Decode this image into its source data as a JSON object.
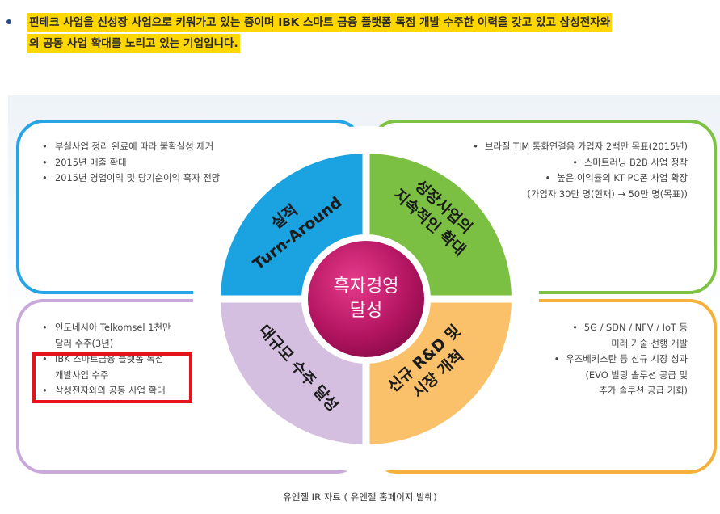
{
  "summary": {
    "line1": "핀테크 사업을 신성장 사업으로 키워가고 있는 중이며 IBK 스마트 금융 플랫폼 독점 개발 수주한 이력을 갖고 있고 삼성전자와",
    "line2": "의 공동 사업 확대를 노리고 있는 기업입니다."
  },
  "figure": {
    "center": {
      "line1": "흑자경영",
      "line2": "달성"
    },
    "quadrants": {
      "top_left": {
        "label_line1": "실적",
        "label_line2": "Turn-Around",
        "color": "#1aa3e0",
        "items": [
          "부실사업 정리 완료에 따라 불확실성 제거",
          "2015년 매출 확대",
          "2015년 영업이익 및 당기순이익 흑자 전망"
        ]
      },
      "top_right": {
        "label_line1": "성장사업의",
        "label_line2": "지속적인 확대",
        "color": "#7cc043",
        "items": [
          "브라질 TIM 통화연결음 가입자 2백만 목표(2015년)",
          "스마트러닝 B2B 사업 정착",
          "높은 이익률의 KT PC폰 사업 확장"
        ],
        "item3_cont": "(가입자 30만 명(현재) → 50만 명(목표))"
      },
      "bottom_left": {
        "label": "대규모 수주 달성",
        "color": "#d5bfe0",
        "item1": "인도네시아 Telkomsel 1천만",
        "item1_cont": "달러 수주(3년)",
        "item2": "IBK 스마트금융 플랫폼 독점",
        "item2_cont": "개발사업 수주",
        "item3": "삼성전자와의 공동 사업 확대"
      },
      "bottom_right": {
        "label_line1": "신규 R&D 및",
        "label_line2": "시장 개척",
        "color": "#fbc16a",
        "item1": "5G / SDN / NFV / IoT 등",
        "item1_cont": "미래 기술 선행 개발",
        "item2": "우즈베키스탄 등 신규 시장 성과",
        "item2_cont1": "(EVO 빌링 솔루션 공급 및",
        "item2_cont2": "추가 솔루션 공급 기회)"
      }
    }
  },
  "caption": "유엔젤 IR 자료 ( 유엔젤 홈페이지 발췌)",
  "colors": {
    "highlight": "#ffd700",
    "red_box": "#e3141b",
    "center": "#c2185b"
  }
}
